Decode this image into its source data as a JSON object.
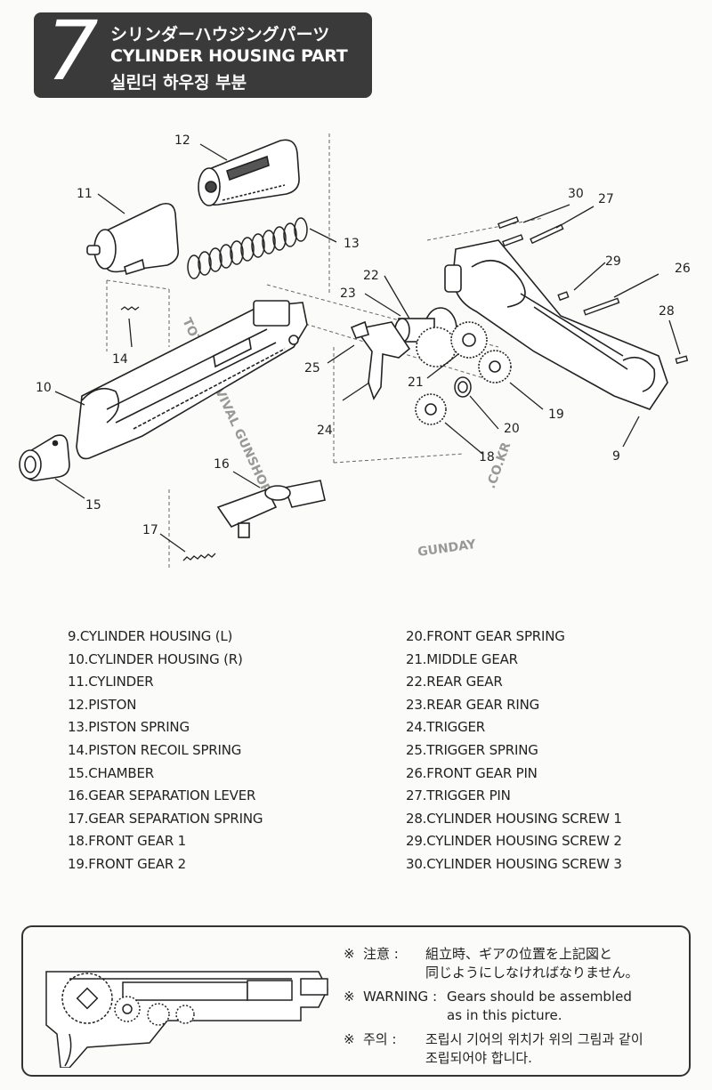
{
  "header": {
    "number": "7",
    "title_jp": "シリンダーハウジングパーツ",
    "title_en": "CYLINDER HOUSING PART",
    "title_kr": "실린더 하우징 부분"
  },
  "callouts": [
    "9",
    "10",
    "11",
    "12",
    "13",
    "14",
    "15",
    "16",
    "17",
    "18",
    "19",
    "20",
    "21",
    "22",
    "23",
    "24",
    "25",
    "26",
    "27",
    "28",
    "29",
    "30"
  ],
  "watermark": {
    "brand": "GUNDAY",
    "arc": "TOTAL SURVIVAL GUNSHOP",
    "domain": ".CO.KR"
  },
  "parts_left": [
    "9.CYLINDER HOUSING (L)",
    "10.CYLINDER HOUSING (R)",
    "11.CYLINDER",
    "12.PISTON",
    "13.PISTON SPRING",
    "14.PISTON RECOIL SPRING",
    "15.CHAMBER",
    "16.GEAR SEPARATION LEVER",
    "17.GEAR SEPARATION SPRING",
    "18.FRONT GEAR 1",
    "19.FRONT GEAR 2"
  ],
  "parts_right": [
    "20.FRONT GEAR SPRING",
    "21.MIDDLE GEAR",
    "22.REAR GEAR",
    "23.REAR GEAR RING",
    "24.TRIGGER",
    "25.TRIGGER SPRING",
    "26.FRONT GEAR PIN",
    "27.TRIGGER PIN",
    "28.CYLINDER HOUSING SCREW 1",
    "29.CYLINDER HOUSING SCREW 2",
    "30.CYLINDER HOUSING SCREW 3"
  ],
  "warning": {
    "mark": "※",
    "jp_label": "注意 :",
    "jp_line1": "組立時、ギアの位置を上記図と",
    "jp_line2": "同じようにしなければなりません。",
    "en_label": "WARNING :",
    "en_line1": "Gears should be assembled",
    "en_line2": "as in this picture.",
    "kr_label": "주의 :",
    "kr_line1": "조립시 기어의 위치가 위의 그림과 같이",
    "kr_line2": "조립되어야 합니다."
  }
}
